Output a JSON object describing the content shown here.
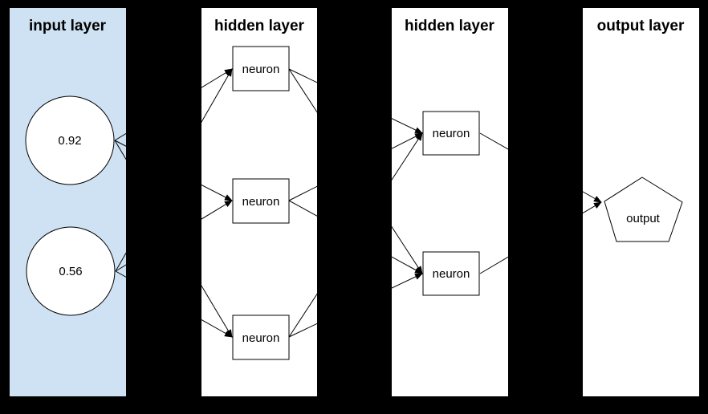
{
  "colors": {
    "background": "#000000",
    "input_panel_fill": "#cfe2f3",
    "panel_fill": "#ffffff",
    "stroke": "#000000"
  },
  "layers": [
    {
      "title": "input layer",
      "nodes": [
        {
          "label": "0.92",
          "shape": "circle"
        },
        {
          "label": "0.56",
          "shape": "circle"
        }
      ]
    },
    {
      "title": "hidden layer",
      "nodes": [
        {
          "label": "neuron",
          "shape": "rect"
        },
        {
          "label": "neuron",
          "shape": "rect"
        },
        {
          "label": "neuron",
          "shape": "rect"
        }
      ]
    },
    {
      "title": "hidden layer",
      "nodes": [
        {
          "label": "neuron",
          "shape": "rect"
        },
        {
          "label": "neuron",
          "shape": "rect"
        }
      ]
    },
    {
      "title": "output layer",
      "nodes": [
        {
          "label": "output",
          "shape": "pentagon"
        }
      ]
    }
  ],
  "connections": {
    "style": "straight lines with solid arrowheads at target, hidden in black gaps between panels",
    "edges": [
      [
        "input.0",
        "hidden1.0"
      ],
      [
        "input.0",
        "hidden1.1"
      ],
      [
        "input.0",
        "hidden1.2"
      ],
      [
        "input.1",
        "hidden1.0"
      ],
      [
        "input.1",
        "hidden1.1"
      ],
      [
        "input.1",
        "hidden1.2"
      ],
      [
        "hidden1.0",
        "hidden2.0"
      ],
      [
        "hidden1.0",
        "hidden2.1"
      ],
      [
        "hidden1.1",
        "hidden2.0"
      ],
      [
        "hidden1.1",
        "hidden2.1"
      ],
      [
        "hidden1.2",
        "hidden2.0"
      ],
      [
        "hidden1.2",
        "hidden2.1"
      ],
      [
        "hidden2.0",
        "output.0"
      ],
      [
        "hidden2.1",
        "output.0"
      ]
    ]
  }
}
